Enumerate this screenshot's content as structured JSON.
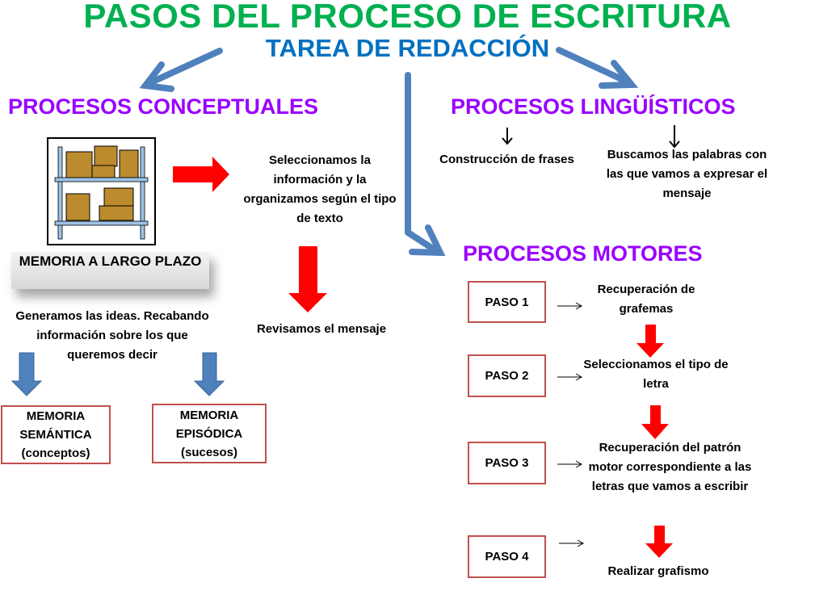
{
  "title": "PASOS DEL PROCESO DE ESCRITURA",
  "subtitle": "TAREA DE REDACCIÓN",
  "conceptual": {
    "heading": "PROCESOS CONCEPTUALES",
    "memory_icon": "shelf-with-boxes-icon",
    "long_term_label": "MEMORIA A LARGO PLAZO",
    "select_text": "Seleccionamos la información y la organizamos según el tipo de texto",
    "review_text": "Revisamos el mensaje",
    "generate_text": "Generamos las ideas. Recabando información sobre los que queremos decir",
    "semantic": {
      "line1": "MEMORIA",
      "line2": "SEMÁNTICA",
      "line3": "(conceptos)"
    },
    "episodic": {
      "line1": "MEMORIA",
      "line2": "EPISÓDICA",
      "line3": "(sucesos)"
    }
  },
  "linguistic": {
    "heading": "PROCESOS LINGÜÍSTICOS",
    "item1": "Construcción de frases",
    "item2": "Buscamos las palabras con las que vamos a expresar el mensaje"
  },
  "motor": {
    "heading": "PROCESOS MOTORES",
    "steps": [
      {
        "label": "PASO 1",
        "text": "Recuperación de grafemas"
      },
      {
        "label": "PASO 2",
        "text": "Seleccionamos el tipo de letra"
      },
      {
        "label": "PASO 3",
        "text": "Recuperación del patrón motor correspondiente a las letras que vamos a escribir"
      },
      {
        "label": "PASO 4",
        "text": "Realizar grafismo"
      }
    ]
  },
  "colors": {
    "title": "#00B050",
    "subtitle": "#0070C0",
    "heading": "#9900FF",
    "blue_arrow": "#4F81BD",
    "red_arrow": "#FF0000",
    "box_border": "#C0504D"
  }
}
